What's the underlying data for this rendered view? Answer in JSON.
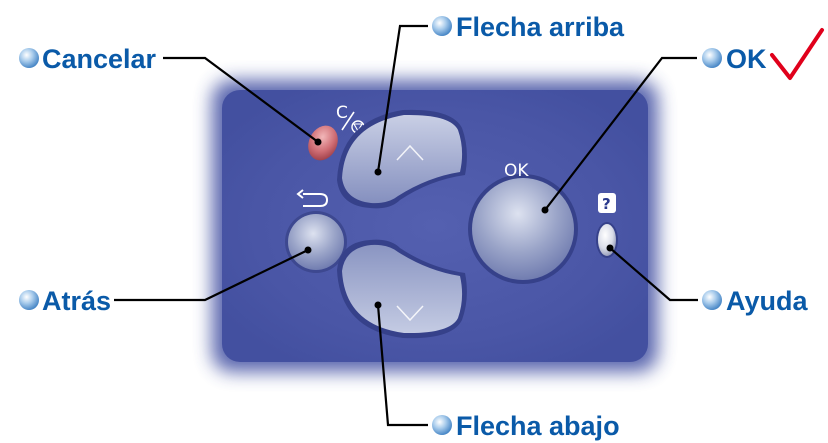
{
  "panel": {
    "cancel_symbol": "C",
    "ok_symbol": "OK",
    "help_symbol": "?",
    "back_symbol": "↩"
  },
  "labels": {
    "cancel": "Cancelar",
    "up": "Flecha arriba",
    "ok": "OK",
    "back": "Atrás",
    "help": "Ayuda",
    "down": "Flecha abajo"
  },
  "colors": {
    "label_text": "#0a5aa8",
    "panel": "#4a57a8",
    "cancel_button": "#c4666f",
    "checkmark": "#e0001b"
  }
}
